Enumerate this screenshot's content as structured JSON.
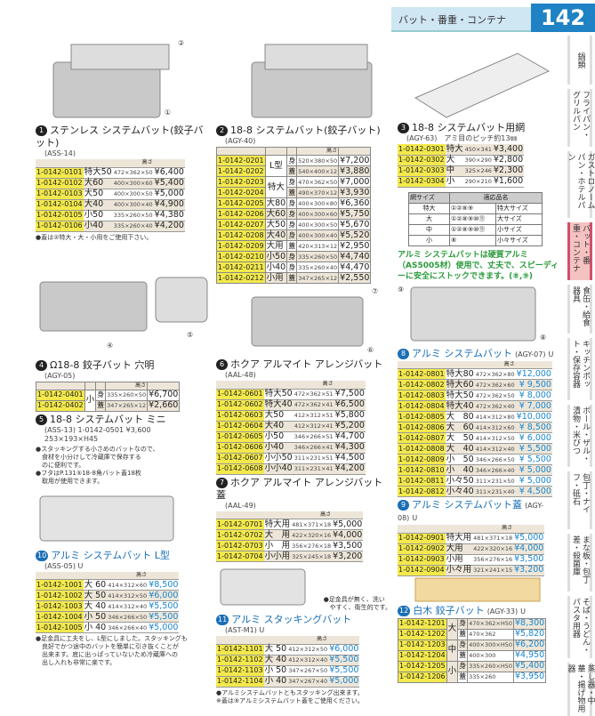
{
  "header": {
    "section_title": "バット・番重・コンテナ",
    "page_number": "142"
  },
  "sidebar": {
    "tabs": [
      "鍋類",
      "フライパン・グリルパン",
      "ガストロノームパン・ホテルパン",
      "バット・番重・コンテナ",
      "食缶・給食器具",
      "キッチンポット・保存容器",
      "ボール・ザル・漬物・米びつ",
      "包丁・ナイフ・砥石",
      "まな板・包丁差・殺菌庫",
      "そば・うどん・パスタ用器",
      "蒸し器・中華・揚げ物用器"
    ],
    "active": "バット・番重・コンテナ"
  },
  "callouts": [
    "②",
    "①",
    "④",
    "⑤",
    "⑦",
    "⑥",
    "⑨",
    "⑧"
  ],
  "highlight": "アルミ システムバットは硬質アルミ（AS5005材）使用で、丈夫で、スピーディーに安全にストックできます。(⑧,⑨)",
  "sections": {
    "s1": {
      "num": "1",
      "title": "ステンレス システムバット(鉸子バット)",
      "model": "(ASS-14)",
      "header": [
        "",
        "",
        "高さ",
        ""
      ],
      "rows": [
        [
          "1-0142-0101",
          "特大50",
          "472×362×50",
          "¥6,400"
        ],
        [
          "1-0142-0102",
          "大60",
          "400×300×60",
          "¥5,400"
        ],
        [
          "1-0142-0103",
          "大50",
          "400×300×50",
          "¥5,000"
        ],
        [
          "1-0142-0104",
          "大40",
          "400×300×40",
          "¥4,900"
        ],
        [
          "1-0142-0105",
          "小50",
          "335×260×50",
          "¥4,380"
        ],
        [
          "1-0142-0106",
          "小40",
          "335×260×40",
          "¥4,200"
        ]
      ],
      "note": "●蓋は②特大・大・小用をご使用下さい。"
    },
    "s2": {
      "num": "2",
      "title": "18-8 システムバット(鉸子バット)",
      "model": "(AGY-40)",
      "header": [
        "",
        "",
        "",
        "高さ",
        ""
      ],
      "rows": [
        [
          "1-0142-0201",
          "L型",
          "身",
          "520×380×50",
          "¥7,200"
        ],
        [
          "1-0142-0202",
          "",
          "蓋",
          "540×400×12",
          "¥3,880"
        ],
        [
          "1-0142-0203",
          "特大",
          "身",
          "470×362×50",
          "¥7,000"
        ],
        [
          "1-0142-0204",
          "",
          "蓋",
          "490×370×12",
          "¥3,930"
        ],
        [
          "1-0142-0205",
          "大80",
          "身",
          "400×300×80",
          "¥6,360"
        ],
        [
          "1-0142-0206",
          "大60",
          "身",
          "400×300×60",
          "¥5,750"
        ],
        [
          "1-0142-0207",
          "大50",
          "身",
          "400×300×50",
          "¥5,670"
        ],
        [
          "1-0142-0208",
          "大40",
          "身",
          "400×300×40",
          "¥5,520"
        ],
        [
          "1-0142-0209",
          "大用",
          "蓋",
          "420×313×12",
          "¥2,950"
        ],
        [
          "1-0142-0210",
          "小50",
          "身",
          "335×260×50",
          "¥4,740"
        ],
        [
          "1-0142-0211",
          "小40",
          "身",
          "335×260×40",
          "¥4,470"
        ],
        [
          "1-0142-0212",
          "小用",
          "蓋",
          "347×265×12",
          "¥2,550"
        ]
      ]
    },
    "s3": {
      "num": "3",
      "title": "18-8 システムバット用網",
      "model": "(AGY-63)",
      "model_note": "アミ目のピッチ約13㎜",
      "rows": [
        [
          "1-0142-0301",
          "特大",
          "450×341",
          "¥3,400"
        ],
        [
          "1-0142-0302",
          "大",
          "390×290",
          "¥2,800"
        ],
        [
          "1-0142-0303",
          "中",
          "325×246",
          "¥2,300"
        ],
        [
          "1-0142-0304",
          "小",
          "290×210",
          "¥1,600"
        ]
      ],
      "compat": {
        "header": [
          "網サイズ",
          "適応品名"
        ],
        "rows": [
          [
            "特大",
            "①②⑧⑨",
            "特大サイズ"
          ],
          [
            "大",
            "①②⑧⑨⑩⑪",
            "大サイズ"
          ],
          [
            "中",
            "①②⑧⑨⑩⑪",
            "小サイズ"
          ],
          [
            "小",
            "⑧",
            "小々サイズ"
          ]
        ]
      }
    },
    "s4": {
      "num": "4",
      "title": "Ω18-8 鉸子バット 穴明",
      "model": "(AGY-05)",
      "header": [
        "",
        "",
        "",
        "高さ",
        ""
      ],
      "rows": [
        [
          "1-0142-0401",
          "小",
          "身",
          "335×260×50",
          "¥6,700"
        ],
        [
          "1-0142-0402",
          "",
          "蓋",
          "347×265×12",
          "¥2,660"
        ]
      ]
    },
    "s5": {
      "num": "5",
      "title": "18-8 システムバット ミニ",
      "model": "(ASS-13)",
      "code": "1-0142-0501",
      "price": "¥3,600",
      "dims": "253×193×H45",
      "note": "●スタッキングする小さめのバットなので、\n　食材を小分けして冷蔵庫で保存する\n　のに便利です。\n●フタはP.131⑤18-8角バット蓋18枚\n　取用が使用できます。"
    },
    "s6": {
      "num": "6",
      "title": "ホクア アルマイト アレンジバット",
      "model": "(AAL-48)",
      "header": [
        "",
        "",
        "高さ",
        ""
      ],
      "rows": [
        [
          "1-0142-0601",
          "特大50",
          "472×362×51",
          "¥7,500"
        ],
        [
          "1-0142-0602",
          "特大40",
          "472×362×41",
          "¥6,500"
        ],
        [
          "1-0142-0603",
          "大50",
          "412×312×51",
          "¥5,800"
        ],
        [
          "1-0142-0604",
          "大40",
          "412×312×41",
          "¥5,200"
        ],
        [
          "1-0142-0605",
          "小50",
          "346×266×51",
          "¥4,700"
        ],
        [
          "1-0142-0606",
          "小40",
          "346×266×41",
          "¥4,300"
        ],
        [
          "1-0142-0607",
          "小小50",
          "311×231×51",
          "¥4,500"
        ],
        [
          "1-0142-0608",
          "小小40",
          "311×231×41",
          "¥4,200"
        ]
      ]
    },
    "s7": {
      "num": "7",
      "title": "ホクア アルマイト アレンジバット蓋",
      "model": "(AAL-49)",
      "header": [
        "",
        "",
        "高さ",
        ""
      ],
      "rows": [
        [
          "1-0142-0701",
          "特大用",
          "481×371×18",
          "¥5,000"
        ],
        [
          "1-0142-0702",
          "大　用",
          "422×320×16",
          "¥4,000"
        ],
        [
          "1-0142-0703",
          "小　用",
          "356×276×18",
          "¥3,500"
        ],
        [
          "1-0142-0704",
          "小小用",
          "325×245×18",
          "¥3,200"
        ]
      ]
    },
    "s8": {
      "num": "8",
      "title": "アルミ システムバット",
      "model": "(AGY-07)",
      "badge": "U",
      "header": [
        "",
        "",
        "高さ",
        ""
      ],
      "rows": [
        [
          "1-0142-0801",
          "特大80",
          "472×362×80",
          "¥12,000"
        ],
        [
          "1-0142-0802",
          "特大60",
          "472×362×60",
          "¥ 9,500"
        ],
        [
          "1-0142-0803",
          "特大50",
          "472×362×50",
          "¥ 8,000"
        ],
        [
          "1-0142-0804",
          "特大40",
          "472×362×40",
          "¥ 7,000"
        ],
        [
          "1-0142-0805",
          "大　80",
          "414×312×80",
          "¥10,000"
        ],
        [
          "1-0142-0806",
          "大　60",
          "414×312×60",
          "¥ 8,500"
        ],
        [
          "1-0142-0807",
          "大　50",
          "414×312×50",
          "¥ 6,000"
        ],
        [
          "1-0142-0808",
          "大　40",
          "414×312×40",
          "¥ 5,500"
        ],
        [
          "1-0142-0809",
          "小　50",
          "346×266×50",
          "¥ 5,500"
        ],
        [
          "1-0142-0810",
          "小　40",
          "346×266×40",
          "¥ 5,000"
        ],
        [
          "1-0142-0811",
          "小々50",
          "311×231×50",
          "¥ 5,000"
        ],
        [
          "1-0142-0812",
          "小々40",
          "311×231×40",
          "¥ 4,500"
        ]
      ]
    },
    "s9": {
      "num": "9",
      "title": "アルミ システムバット蓋",
      "model": "(AGY-08)",
      "badge": "U",
      "header": [
        "",
        "",
        "高さ",
        ""
      ],
      "rows": [
        [
          "1-0142-0901",
          "特大用",
          "481×371×18",
          "¥5,000"
        ],
        [
          "1-0142-0902",
          "大用",
          "422×320×16",
          "¥4,000"
        ],
        [
          "1-0142-0903",
          "小用",
          "356×276×16",
          "¥3,500"
        ],
        [
          "1-0142-0904",
          "小々用",
          "321×241×15",
          "¥3,200"
        ]
      ]
    },
    "s10": {
      "num": "10",
      "title": "アルミ システムバット L型",
      "model": "(ASS-05)",
      "badge": "U",
      "header": [
        "",
        "",
        "高さ",
        ""
      ],
      "rows": [
        [
          "1-0142-1001",
          "大 60",
          "414×312×60",
          "¥8,500"
        ],
        [
          "1-0142-1002",
          "大 50",
          "414×312×50",
          "¥6,000"
        ],
        [
          "1-0142-1003",
          "大 40",
          "414×312×40",
          "¥5,500"
        ],
        [
          "1-0142-1004",
          "小 50",
          "346×266×50",
          "¥5,500"
        ],
        [
          "1-0142-1005",
          "小 40",
          "346×266×40",
          "¥5,000"
        ]
      ],
      "note": "●足金具に工夫をし、L型にしました。スタッキングも\n　良好でかつ途中のバットを簡単に引き抜くことが\n　出来ます。底に出っぱっていないため冷蔵庫への\n　出し入れも非常に楽です。"
    },
    "s11": {
      "num": "11",
      "title": "アルミ スタッキングバット",
      "model": "(AST-M1)",
      "badge": "U",
      "image_note": "●足金具が無く、洗い\n　やすく、衛生的です。",
      "header": [
        "",
        "",
        "高さ",
        ""
      ],
      "rows": [
        [
          "1-0142-1101",
          "大 50",
          "412×312×50",
          "¥6,000"
        ],
        [
          "1-0142-1102",
          "大 40",
          "412×312×40",
          "¥5,500"
        ],
        [
          "1-0142-1103",
          "小 50",
          "347×267×50",
          "¥5,500"
        ],
        [
          "1-0142-1104",
          "小 40",
          "347×267×40",
          "¥5,000"
        ]
      ],
      "note": "●アルミシステムバットともスタッキング出来ます。\n※蓋は⑨アルミシステムバット蓋をご使用ください。"
    },
    "s12": {
      "num": "12",
      "title": "白木 鉸子バット",
      "model": "(AGY-33)",
      "badge": "U",
      "rows": [
        [
          "1-0142-1201",
          "大",
          "身",
          "470×362×H50",
          "¥8,300"
        ],
        [
          "1-0142-1202",
          "",
          "蓋",
          "470×362",
          "¥5,820"
        ],
        [
          "1-0142-1203",
          "中",
          "身",
          "400×300×H50",
          "¥6,200"
        ],
        [
          "1-0142-1204",
          "",
          "蓋",
          "400×300",
          "¥4,950"
        ],
        [
          "1-0142-1205",
          "小",
          "身",
          "335×260×H50",
          "¥5,400"
        ],
        [
          "1-0142-1206",
          "",
          "蓋",
          "335×260",
          "¥3,950"
        ]
      ]
    }
  },
  "colors": {
    "accent": "#1e82c4",
    "code_highlight": "#f3e94c",
    "row_alt": "#ede6d8",
    "price_blue": "#1a86d0",
    "highlight_green": "#2a9a3a",
    "active_tab": "#f5c2c2"
  }
}
